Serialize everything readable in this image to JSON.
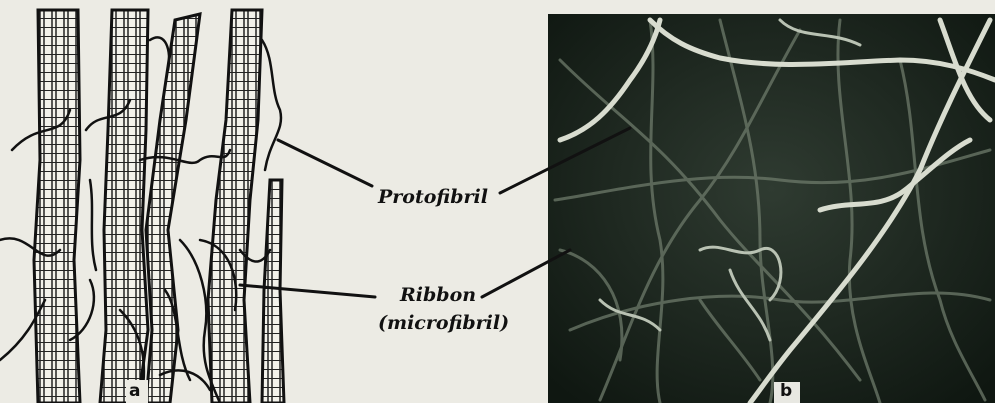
{
  "labels": {
    "protofibril": "Protofibril",
    "ribbon": "Ribbon",
    "microfibril": "(microfibril)"
  },
  "panels": {
    "a": "a",
    "b": "b"
  },
  "colors": {
    "paper": "#ecebe4",
    "ink": "#1a1a1a",
    "photo_bg": "#1f2a22",
    "fiber_light": "#d8dccf"
  }
}
